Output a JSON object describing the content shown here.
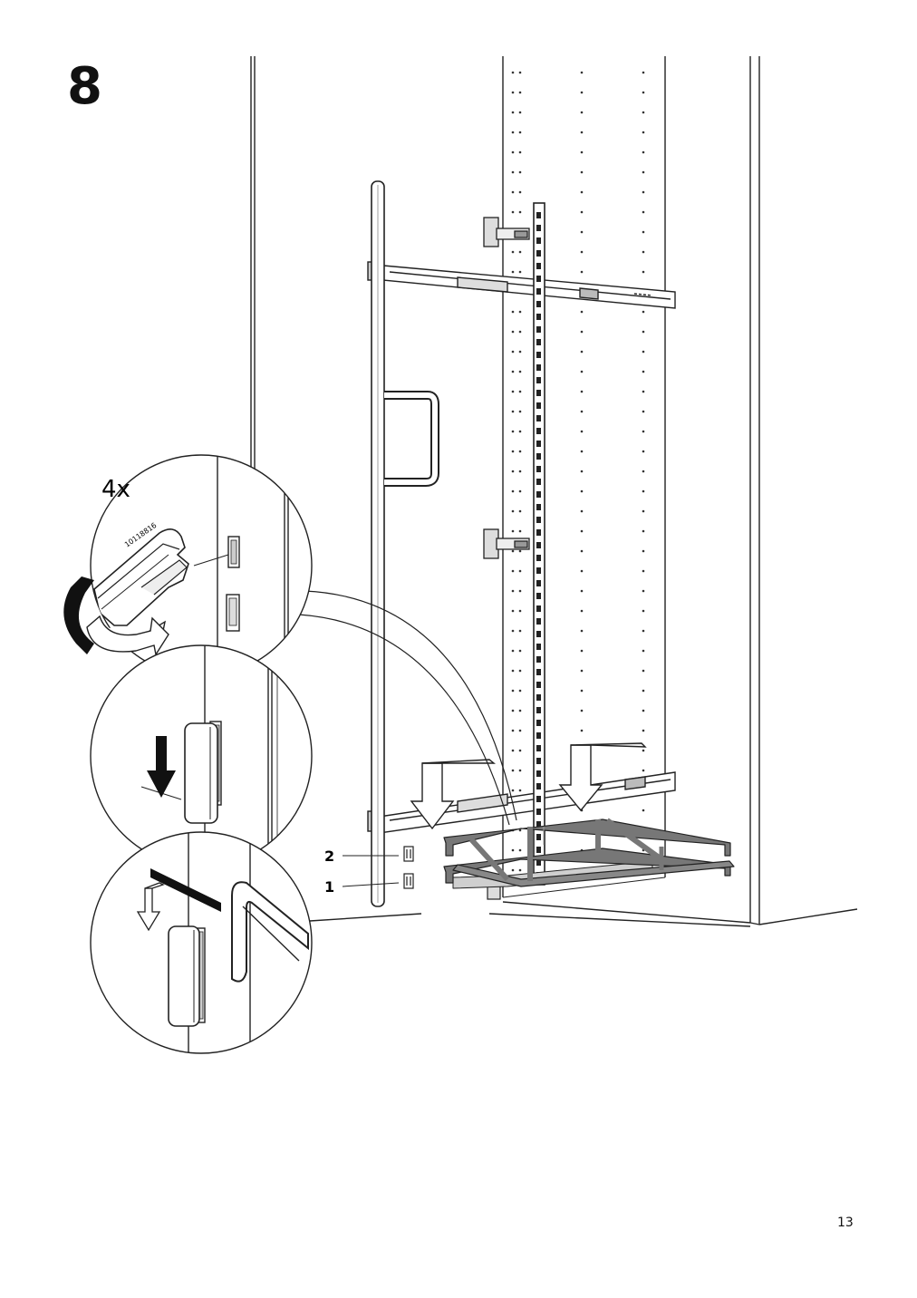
{
  "step": {
    "number": "8"
  },
  "page": {
    "number": "13"
  },
  "detail": {
    "quantity": "4x",
    "part_number": "10118816"
  },
  "callouts": {
    "label_2": "2",
    "label_1": "1"
  },
  "icons": [
    "rotation-arrow-icon",
    "press-down-arrow-icon",
    "slide-down-arrow-icon",
    "insert-arrow-icon"
  ]
}
